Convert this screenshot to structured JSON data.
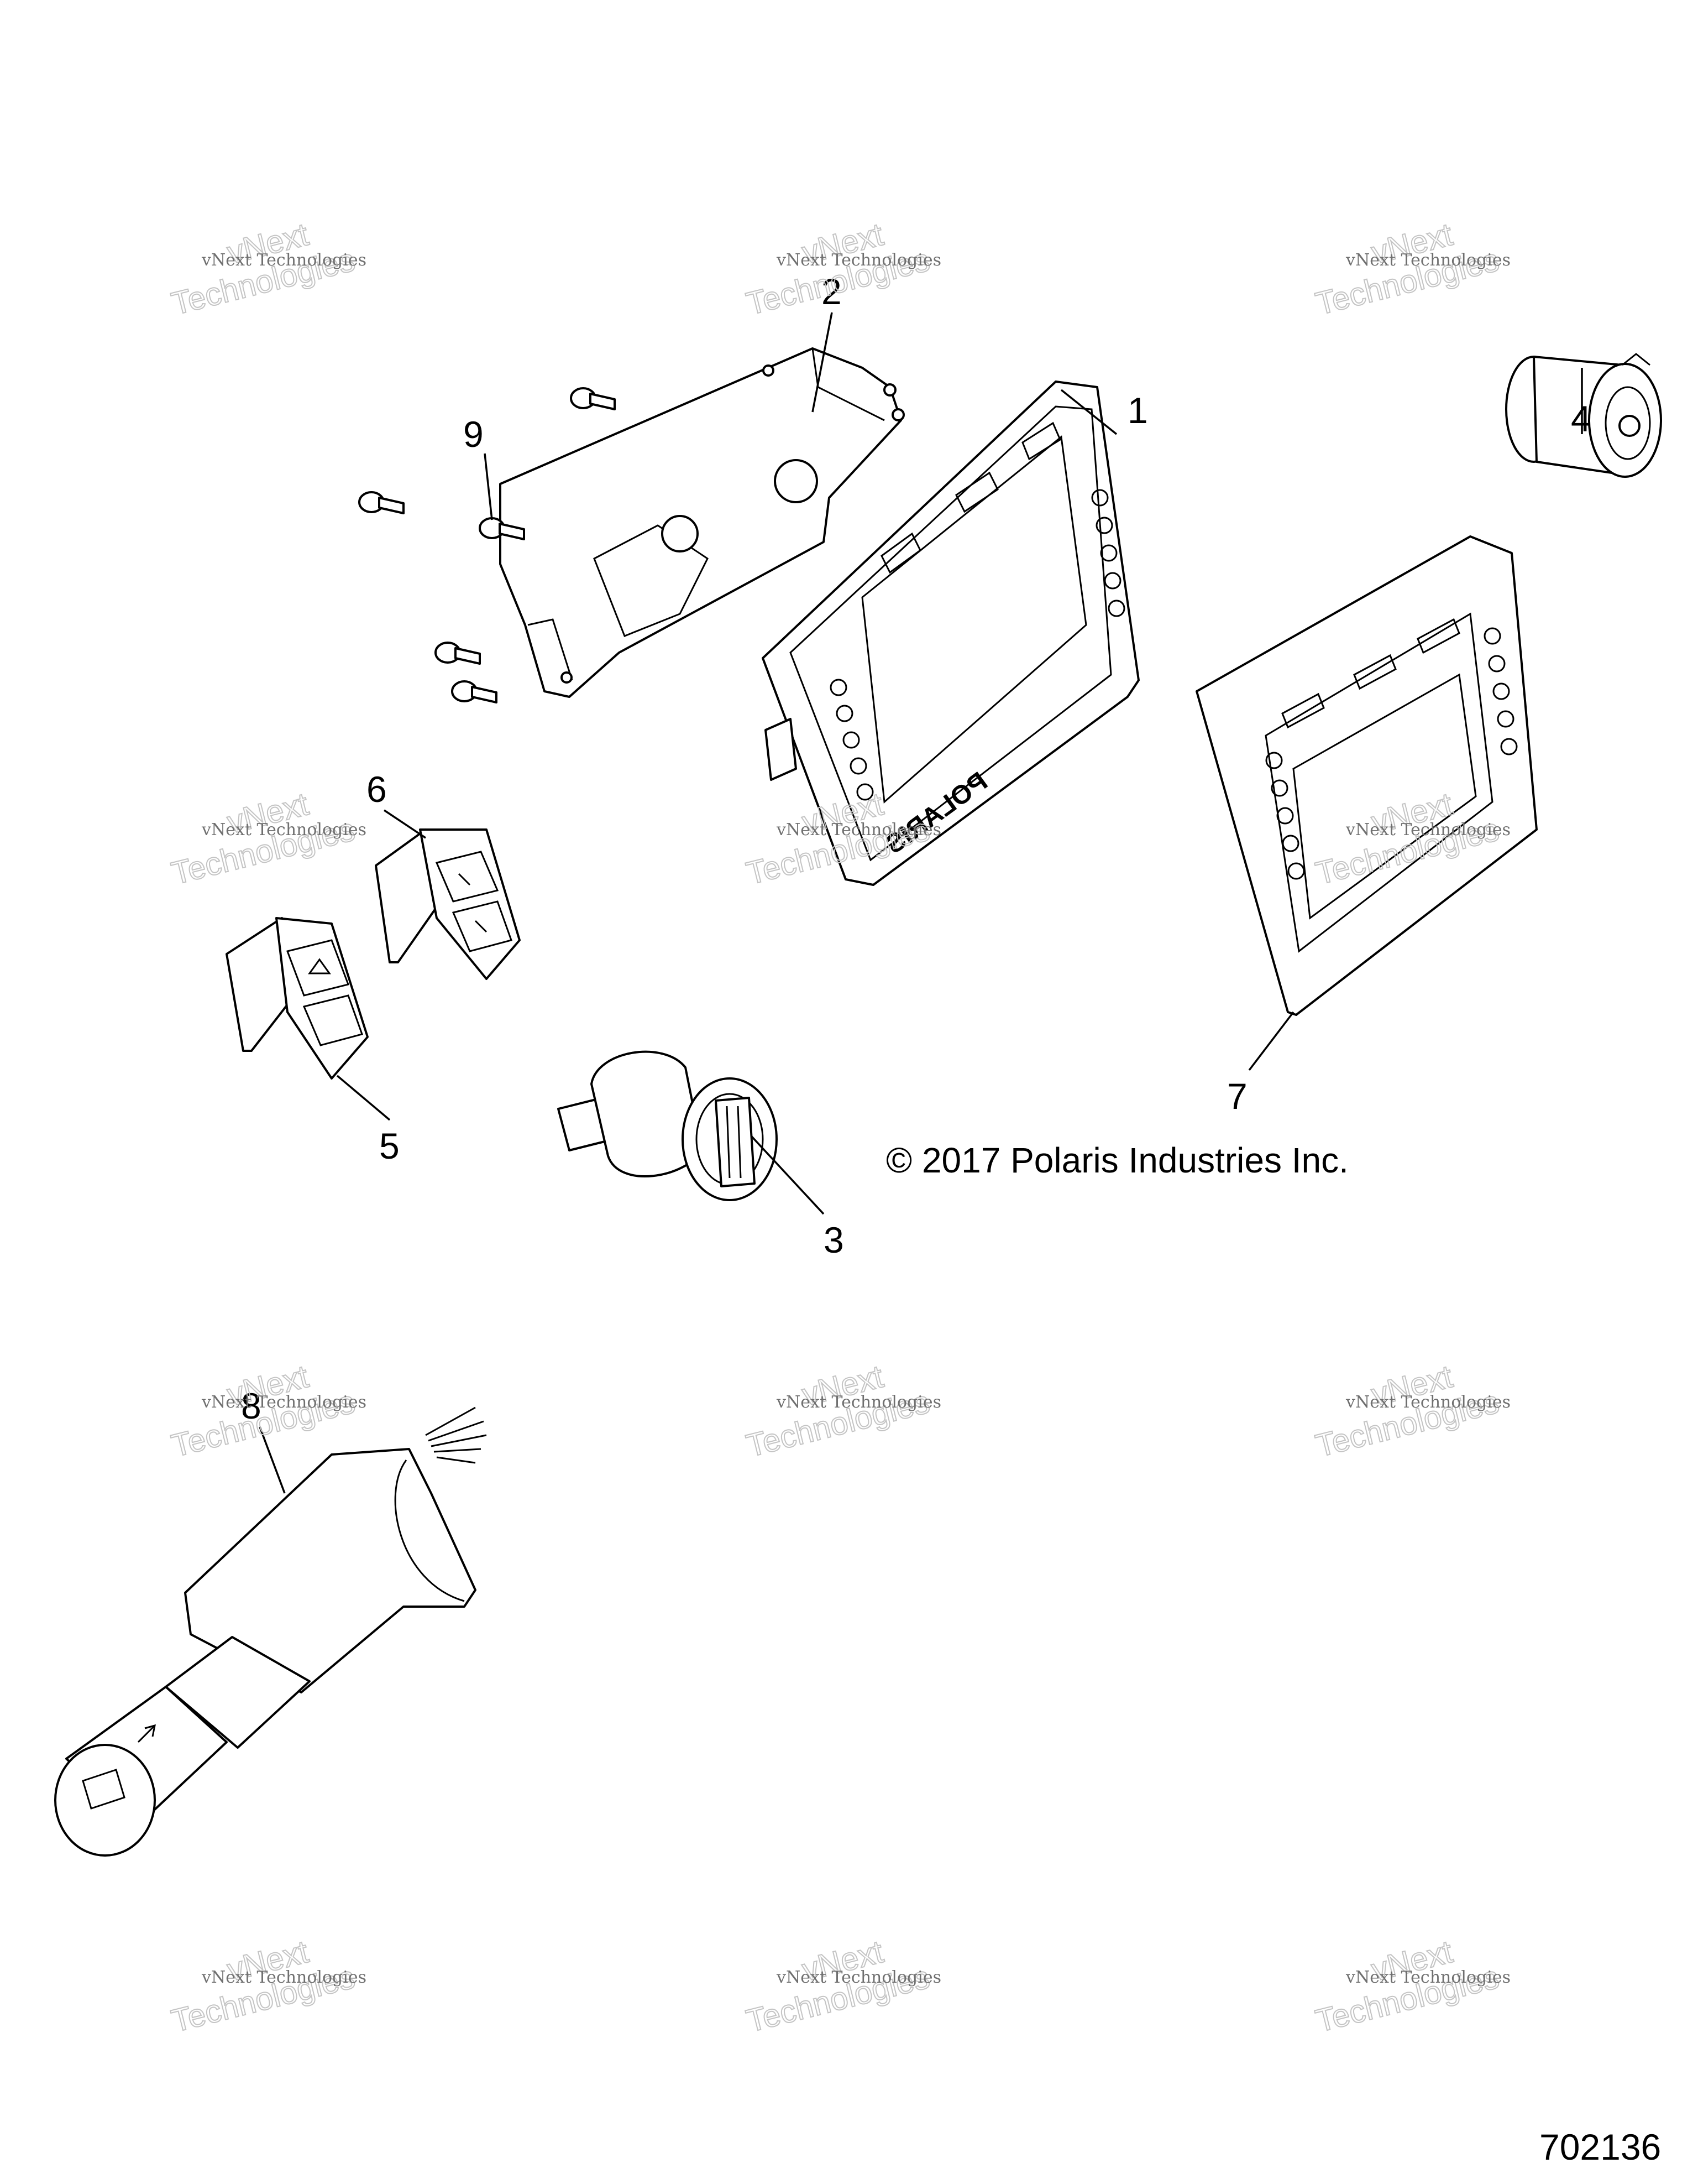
{
  "callouts": [
    {
      "id": "1",
      "label": "1"
    },
    {
      "id": "2",
      "label": "2"
    },
    {
      "id": "3",
      "label": "3"
    },
    {
      "id": "4",
      "label": "4"
    },
    {
      "id": "5",
      "label": "5"
    },
    {
      "id": "6",
      "label": "6"
    },
    {
      "id": "7",
      "label": "7"
    },
    {
      "id": "8",
      "label": "8"
    },
    {
      "id": "9",
      "label": "9"
    }
  ],
  "copyright": "© 2017 Polaris Industries Inc.",
  "diagram_number": "702136",
  "watermark": {
    "line_small": "vNext Technologies",
    "line_large_top": "vNext",
    "line_large_bottom": "Technologies"
  },
  "display_brand": "POLARIS"
}
